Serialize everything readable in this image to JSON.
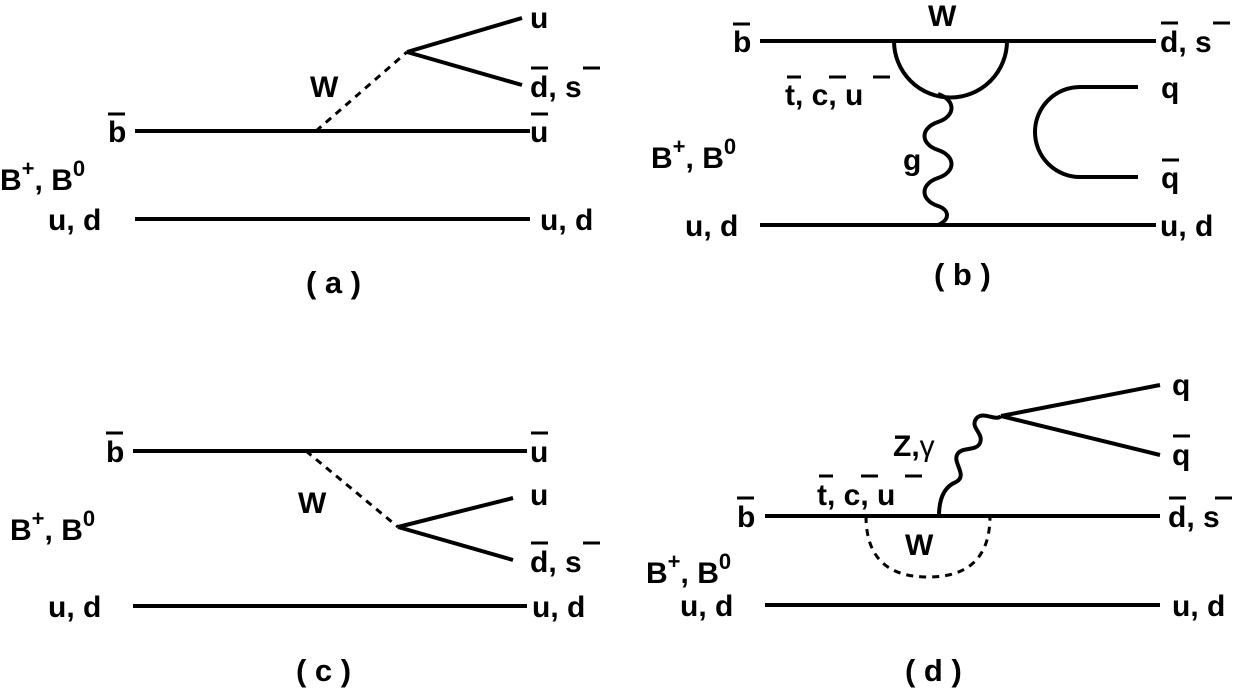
{
  "figure": {
    "a": {
      "caption": "( a )",
      "quark_b": "b",
      "meson": "B",
      "meson_charge": "+",
      "meson_rest": ", B",
      "meson_zero": "0",
      "spectator_in": "u, d",
      "boson": "W",
      "out_u": "u",
      "out_d": "d",
      "out_sep": ", ",
      "out_s": "s",
      "out_ubar": "u",
      "spectator_out": "u, d"
    },
    "b": {
      "caption": "( b )",
      "quark_b": "b",
      "boson_w": "W",
      "loop_t": "t",
      "loop_c": "c",
      "loop_u": "u",
      "loop_sep": ", ",
      "meson": "B",
      "meson_charge": "+",
      "meson_rest": ", B",
      "meson_zero": "0",
      "gluon": "g",
      "spectator_in": "u, d",
      "out_d": "d",
      "out_sep": ", ",
      "out_s": "s",
      "out_q": "q",
      "out_qbar": "q",
      "spectator_out": "u, d"
    },
    "c": {
      "caption": "( c )",
      "quark_b": "b",
      "meson": "B",
      "meson_charge": "+",
      "meson_rest": ", B",
      "meson_zero": "0",
      "spectator_in": "u, d",
      "boson": "W",
      "out_ubar": "u",
      "out_u": "u",
      "out_d": "d",
      "out_sep": ", ",
      "out_s": "s",
      "spectator_out": "u, d"
    },
    "d": {
      "caption": "( d )",
      "out_q": "q",
      "out_qbar": "q",
      "boson_zg": "Z,",
      "gamma": "γ",
      "loop_t": "t",
      "loop_c": "c",
      "loop_u": "u",
      "loop_sep": ", ",
      "quark_b": "b",
      "boson_w": "W",
      "meson": "B",
      "meson_charge": "+",
      "meson_rest": ", B",
      "meson_zero": "0",
      "spectator_in": "u, d",
      "out_d": "d",
      "out_sep": ", ",
      "out_s": "s",
      "spectator_out": "u, d"
    }
  }
}
